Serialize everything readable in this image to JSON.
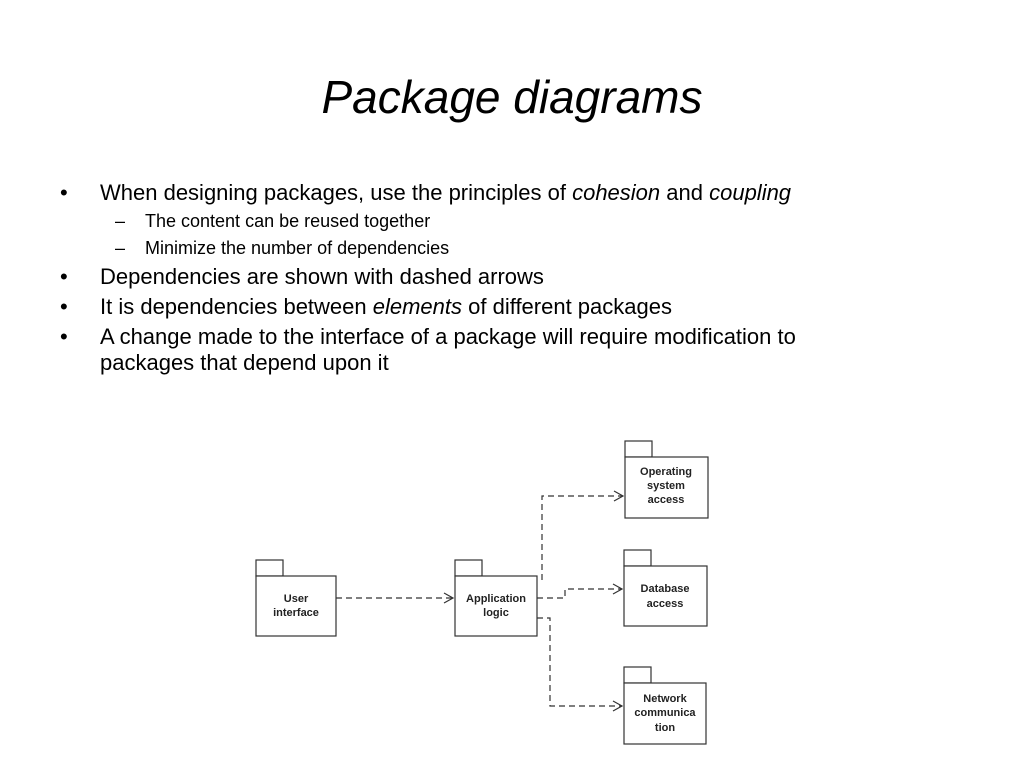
{
  "title": "Package diagrams",
  "bullets": {
    "b1": {
      "marker": "•",
      "text_a": "When designing packages, use the principles of ",
      "em_a": "cohesion",
      "text_b": " and ",
      "em_b": "coupling",
      "sub": [
        {
          "marker": "–",
          "text": "The content can be reused together"
        },
        {
          "marker": "–",
          "text": "Minimize the number of dependencies"
        }
      ]
    },
    "b2": {
      "marker": "•",
      "text": "Dependencies are shown with dashed arrows"
    },
    "b3": {
      "marker": "•",
      "text_a": "It is dependencies between ",
      "em": "elements",
      "text_b": " of different packages"
    },
    "b4": {
      "marker": "•",
      "line1": "A change made to the interface of a package will require modification to",
      "line2": "packages that depend upon it"
    }
  },
  "diagram": {
    "user_interface": {
      "line1": "User",
      "line2": "interface"
    },
    "application_logic": {
      "line1": "Application",
      "line2": "logic"
    },
    "os_access": {
      "line1": "Operating",
      "line2": "system",
      "line3": "access"
    },
    "database_access": {
      "line1": "Database",
      "line2": "access"
    },
    "network": {
      "line1": "Network",
      "line2": "communica",
      "line3": "tion"
    }
  }
}
